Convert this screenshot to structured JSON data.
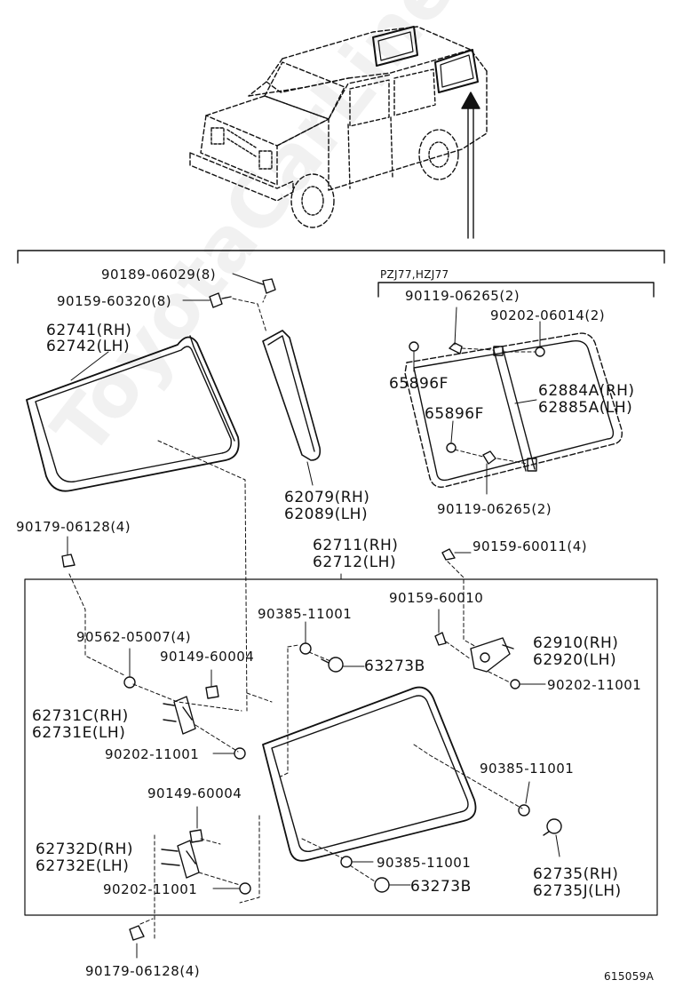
{
  "watermark": "ToyotaCarLine.ru",
  "diagram_code": "615059A",
  "variant_note": "PZJ77,HZJ77",
  "labels": {
    "p1": "90189-06029(8)",
    "p2": "90159-60320(8)",
    "p3a": "62741(RH)",
    "p3b": "62742(LH)",
    "p4a": "62079(RH)",
    "p4b": "62089(LH)",
    "p5": "90179-06128(4)",
    "p6": "90119-06265(2)",
    "p7": "90202-06014(2)",
    "p8": "65896F",
    "p9a": "62884A(RH)",
    "p9b": "62885A(LH)",
    "p10": "65896F",
    "p11": "90119-06265(2)",
    "p12a": "62711(RH)",
    "p12b": "62712(LH)",
    "p13": "90159-60011(4)",
    "p14": "90159-60010",
    "p15": "90385-11001",
    "p16": "90562-05007(4)",
    "p17": "90149-60004",
    "p18": "63273B",
    "p19a": "62910(RH)",
    "p19b": "62920(LH)",
    "p20": "90202-11001",
    "p21a": "62731C(RH)",
    "p21b": "62731E(LH)",
    "p22": "90202-11001",
    "p23": "90385-11001",
    "p24": "90149-60004",
    "p25a": "62732D(RH)",
    "p25b": "62732E(LH)",
    "p26": "90385-11001",
    "p27": "90202-11001",
    "p28": "63273B",
    "p29a": "62735(RH)",
    "p29b": "62735J(LH)",
    "p30": "90179-06128(4)"
  }
}
